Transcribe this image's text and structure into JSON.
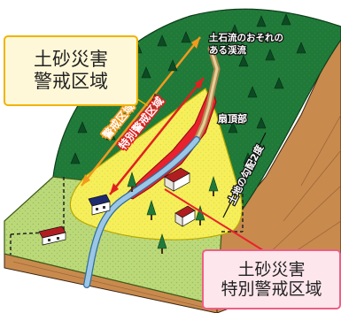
{
  "caution_box": {
    "line1": "土砂災害",
    "line2": "警戒区域"
  },
  "special_box": {
    "line1": "土砂災害",
    "line2": "特別警戒区域"
  },
  "labels": {
    "debris_flow_stream": "土石流のおそれのある渓流",
    "debris_flow_stream_line1": "土石流のおそれの",
    "debris_flow_stream_line2": "ある渓流",
    "fan_apex": "扇頂部",
    "slope_2deg": "土地の勾配2度",
    "caution_zone_arrow": "警戒区域",
    "special_zone_arrow": "特別警戒区域"
  },
  "colors": {
    "caution_zone": "#f7ef5a",
    "special_zone": "#e8232d",
    "mountain_green": "#1f7a3a",
    "ground_green": "#bcd97a",
    "earth_side": "#c98a4e",
    "arrow_orange": "#f39a1e",
    "arrow_red": "#e02020",
    "river_blue": "#9cc6e6"
  }
}
